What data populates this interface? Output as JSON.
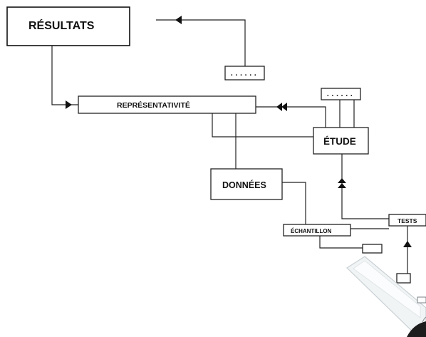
{
  "diagram": {
    "nodes": {
      "resultats": "RÉSULTATS",
      "representativite": "REPRÉSENTATIVITÉ",
      "etude": "ÉTUDE",
      "donnees": "DONNÉES",
      "echantillon": "ÉCHANTILLON",
      "tests": "TESTS"
    },
    "placeholders": {
      "top": "......",
      "right": "......"
    },
    "colors": {
      "ink": "#111111",
      "device_body": "#f1f4f5",
      "device_edge": "#c9d0d4",
      "device_dark": "#1d1d1d"
    }
  }
}
